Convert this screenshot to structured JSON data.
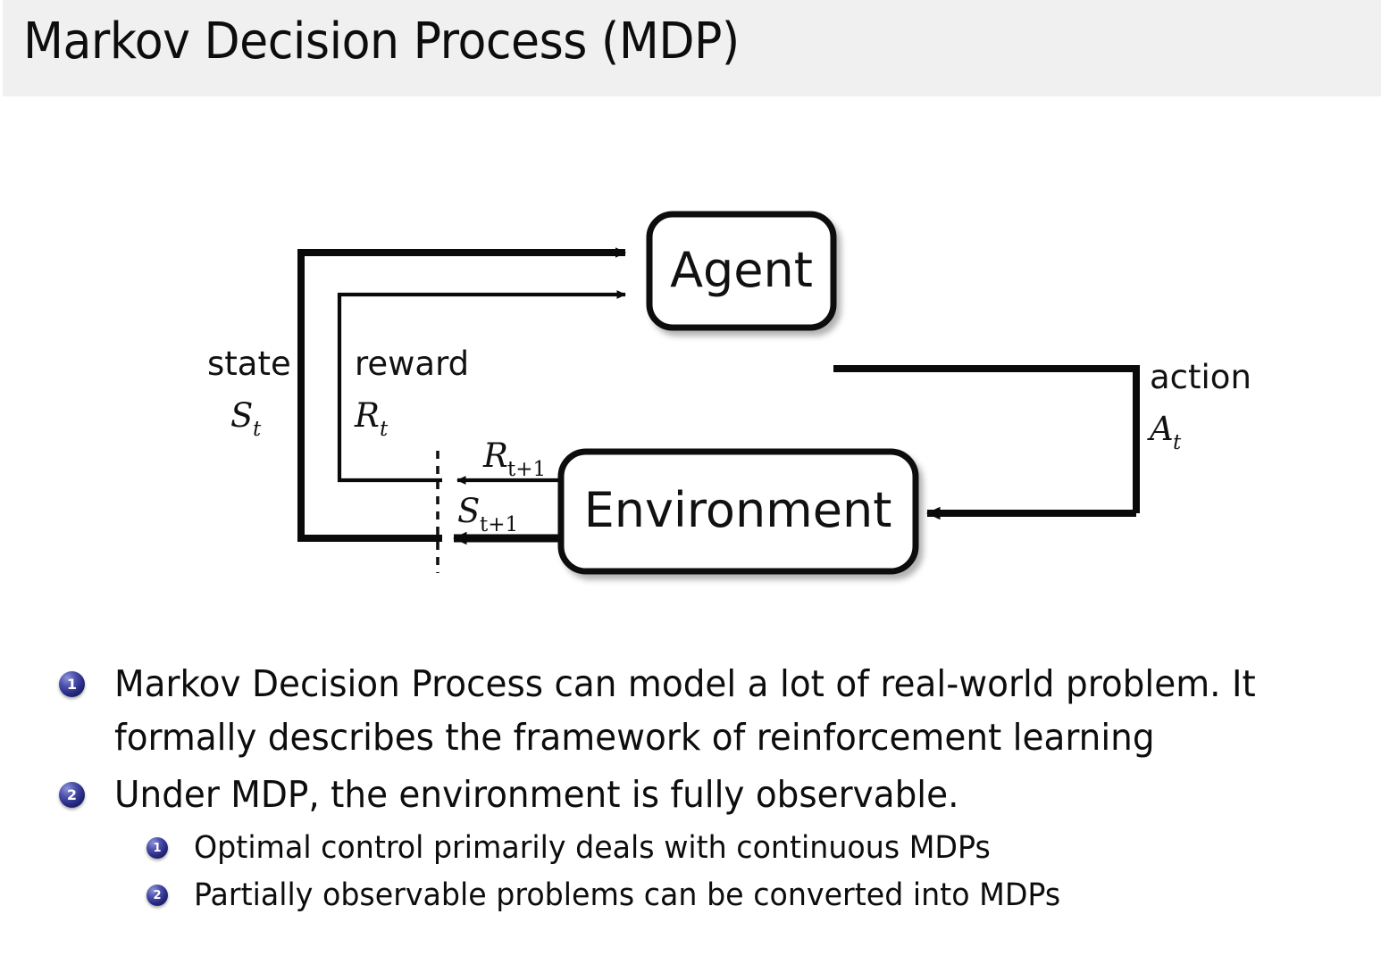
{
  "header": {
    "title": "Markov Decision Process (MDP)",
    "band_color": "#f0f0f0"
  },
  "diagram": {
    "type": "agent-environment-loop",
    "nodes": [
      {
        "id": "agent",
        "label": "Agent"
      },
      {
        "id": "environment",
        "label": "Environment"
      }
    ],
    "edges": [
      {
        "id": "state",
        "word": "state",
        "symbol": "S",
        "subscript": "t",
        "from": "environment",
        "to": "agent"
      },
      {
        "id": "reward",
        "word": "reward",
        "symbol": "R",
        "subscript": "t",
        "from": "environment",
        "to": "agent"
      },
      {
        "id": "action",
        "word": "action",
        "symbol": "A",
        "subscript": "t",
        "from": "agent",
        "to": "environment"
      }
    ],
    "next_step_labels": [
      {
        "id": "reward-next",
        "symbol": "R",
        "subscript": "t+1"
      },
      {
        "id": "state-next",
        "symbol": "S",
        "subscript": "t+1"
      }
    ],
    "time_divider": "dashed-vertical-line"
  },
  "bullets": {
    "items": [
      {
        "marker": "1",
        "text": "Markov Decision Process can model a lot of real-world problem. It formally describes the framework of reinforcement learning",
        "children": []
      },
      {
        "marker": "2",
        "text": "Under MDP, the environment is fully observable.",
        "children": [
          {
            "marker": "1",
            "text": "Optimal control primarily deals with continuous MDPs"
          },
          {
            "marker": "2",
            "text": "Partially observable problems can be converted into MDPs"
          }
        ]
      }
    ],
    "badge_color": "#272a82"
  }
}
